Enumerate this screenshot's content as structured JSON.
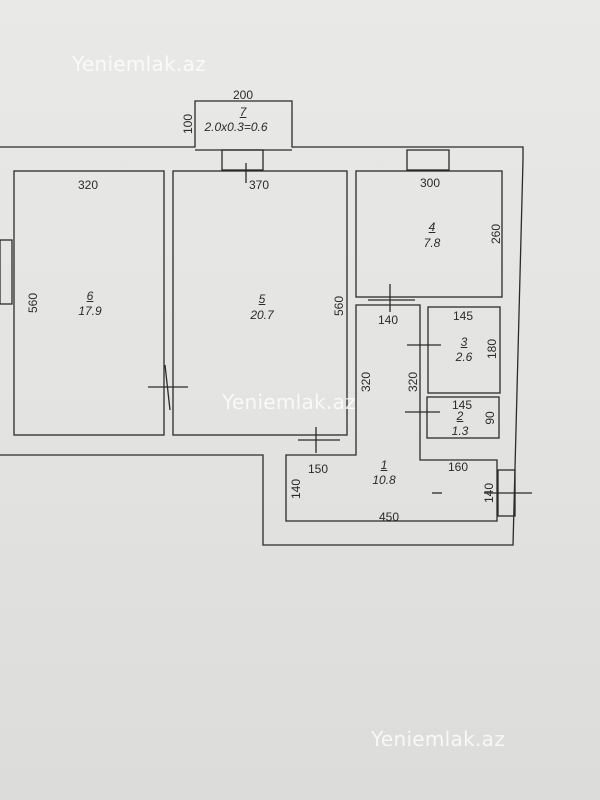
{
  "watermark": "Yeniemlak.az",
  "rooms": [
    {
      "num": "1",
      "area": "10.8"
    },
    {
      "num": "2",
      "area": "1.3"
    },
    {
      "num": "3",
      "area": "2.6"
    },
    {
      "num": "4",
      "area": "7.8"
    },
    {
      "num": "5",
      "area": "20.7"
    },
    {
      "num": "6",
      "area": "17.9"
    },
    {
      "num": "7",
      "area": "2.0x0.3=0.6"
    }
  ],
  "dimensions": {
    "balcony_width": "200",
    "balcony_depth": "100",
    "r6_width": "320",
    "r6_height": "560",
    "r5_width": "370",
    "r5_height": "560",
    "r4_width": "300",
    "r4_height": "260",
    "r4_door": "140",
    "r3_width": "145",
    "r3_height": "180",
    "r2_width": "145",
    "r2_height": "90",
    "corridor_height_left": "320",
    "corridor_height_right": "320",
    "r1_door": "150",
    "r1_right": "160",
    "r1_height_left": "140",
    "r1_height_right": "140",
    "r1_width": "450"
  }
}
